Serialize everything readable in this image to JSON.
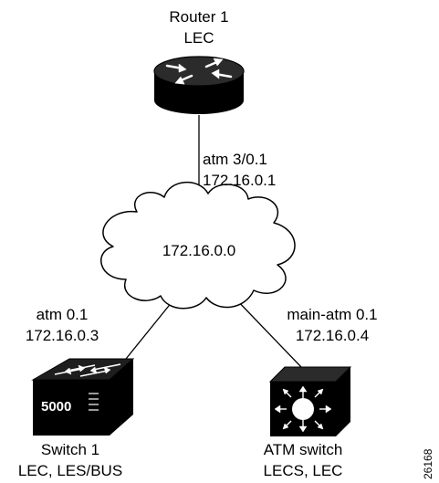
{
  "router": {
    "name": "Router 1",
    "role": "LEC",
    "icon": "router-icon"
  },
  "router_link": {
    "interface": "atm 3/0.1",
    "address": "172.16.0.1"
  },
  "cloud": {
    "network": "172.16.0.0",
    "icon": "cloud-icon"
  },
  "switch_link": {
    "interface": "atm 0.1",
    "address": "172.16.0.3"
  },
  "atm_link": {
    "interface": "main-atm 0.1",
    "address": "172.16.0.4"
  },
  "switch": {
    "model_badge": "5000",
    "name": "Switch 1",
    "role": "LEC, LES/BUS",
    "icon": "lan-switch-icon"
  },
  "atm_switch": {
    "name": "ATM switch",
    "role": "LECS, LEC",
    "icon": "atm-switch-icon"
  },
  "figure_number": "26168",
  "colors": {
    "ink": "#000000",
    "paper": "#ffffff",
    "device_top": "#1e1e1e"
  }
}
